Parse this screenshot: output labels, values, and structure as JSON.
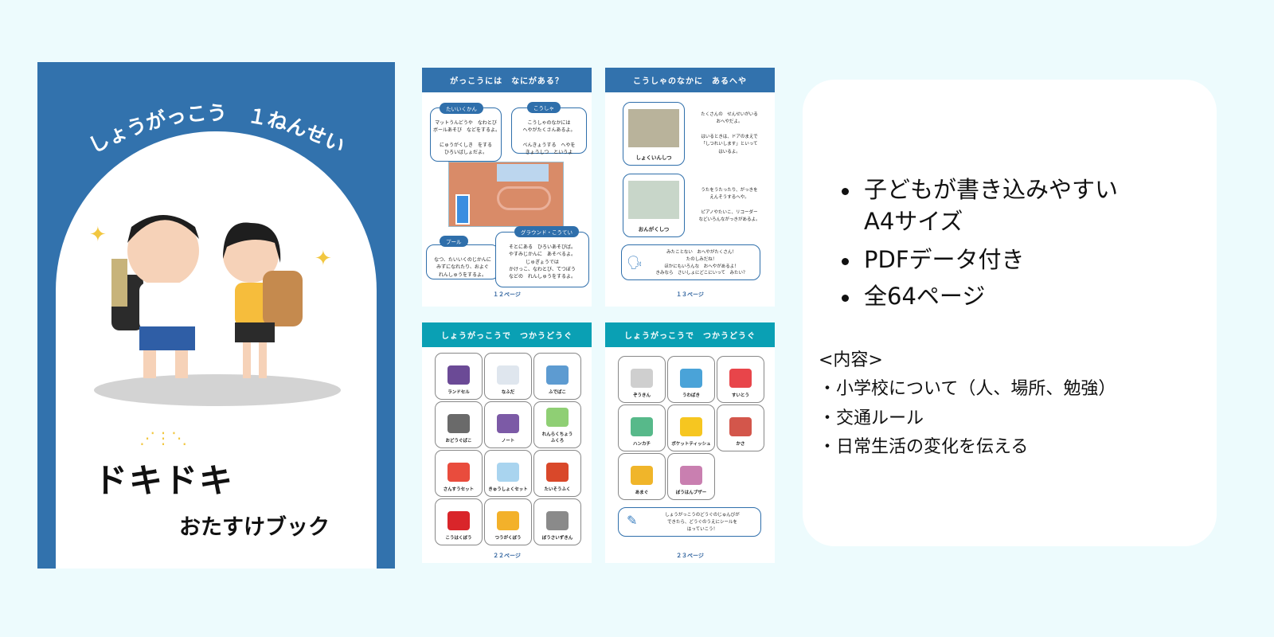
{
  "cover": {
    "title": "しょうがっこう　１ねんせい",
    "heading": "ドキドキ",
    "subtitle": "おたすけブック"
  },
  "page12": {
    "title": "がっこうには　なにがある？",
    "number": "１２ページ",
    "bubbles": [
      {
        "label": "たいいくかん",
        "text": "マットうんどうや　なわとび\nボールあそび　などをするよ。\n\nにゅうがくしき　をする\nひろいばしょだよ。"
      },
      {
        "label": "こうしゃ",
        "text": "こうしゃのなかには\nへやがたくさんあるよ。\n\nべんきょうする　へやを\nきょうしつ　というよ"
      },
      {
        "label": "プール",
        "text": "なつ、たいいくのじかんに\nみずになれたり、およぐ\nれんしゅうをするよ。"
      },
      {
        "label": "グラウンド・こうてい",
        "text": "そとにある　ひろいあそびば。\nやすみじかんに　あそべるよ。\nじゅぎょうでは\nかけっこ、なわとび、てつぼう\nなどの　れんしゅうをするよ。"
      }
    ]
  },
  "page13": {
    "title": "こうしゃのなかに　あるへや",
    "number": "１３ページ",
    "rooms": [
      {
        "label": "しょくいんしつ",
        "text": "たくさんの　せんせいがいる\nおへやだよ。\n\nはいるときは、ドアのまえで\n「しつれいします」といって\nはいるよ。"
      },
      {
        "label": "おんがくしつ",
        "text": "うたをうたったり、がっきを\nえんそうするへや。\n\nピアノやたいこ、リコーダー\nなどいろんながっきがあるよ。"
      }
    ],
    "note": "みたことない　おへやがたくさん！\nたのしみだね！\nほかにもいろんな　おへやがあるよ！\nきみなら　さいしょにどこにいって　みたい？"
  },
  "page22": {
    "title": "しょうがっこうで　つかうどうぐ",
    "number": "２２ページ",
    "items": [
      {
        "label": "ランドセル",
        "color": "#6b4a96"
      },
      {
        "label": "なふだ",
        "color": "#dfe6ee"
      },
      {
        "label": "ふでばこ",
        "color": "#5d9bd1"
      },
      {
        "label": "おどうぐばこ",
        "color": "#6a6a6a"
      },
      {
        "label": "ノート",
        "color": "#7c5aa6"
      },
      {
        "label": "れんらくちょう\nふくろ",
        "color": "#8fcf74"
      },
      {
        "label": "さんすうセット",
        "color": "#e94c3d"
      },
      {
        "label": "きゅうしょくセット",
        "color": "#a9d4ef"
      },
      {
        "label": "たいそうふく",
        "color": "#d9482a"
      },
      {
        "label": "こうはくぼう",
        "color": "#d9252a"
      },
      {
        "label": "つうがくぼう",
        "color": "#f3b12a"
      },
      {
        "label": "ぼうさいずきん",
        "color": "#8a8a8a"
      }
    ]
  },
  "page23": {
    "title": "しょうがっこうで　つかうどうぐ",
    "number": "２３ページ",
    "items": [
      {
        "label": "ぞうきん",
        "color": "#cfcfcf"
      },
      {
        "label": "うわばき",
        "color": "#4aa3d8"
      },
      {
        "label": "すいとう",
        "color": "#e8454a"
      },
      {
        "label": "ハンカチ",
        "color": "#57b98a"
      },
      {
        "label": "ポケットティッシュ",
        "color": "#f6c620"
      },
      {
        "label": "かさ",
        "color": "#d3564b"
      },
      {
        "label": "あまぐ",
        "color": "#f0b52a"
      },
      {
        "label": "ぼうはんブザー",
        "color": "#c97fb0"
      }
    ],
    "note": "しょうがっこうのどうぐのじゅんびが\nできたら、どうぐのうえにシールを\nはっていこう！"
  },
  "features": {
    "bullets": [
      "子どもが書き込みやすい\nA4サイズ",
      "PDFデータ付き",
      "全64ページ"
    ],
    "contents_heading": "<内容>",
    "contents": [
      "・小学校について（人、場所、勉強）",
      "・交通ルール",
      "・日常生活の変化を伝える"
    ]
  }
}
